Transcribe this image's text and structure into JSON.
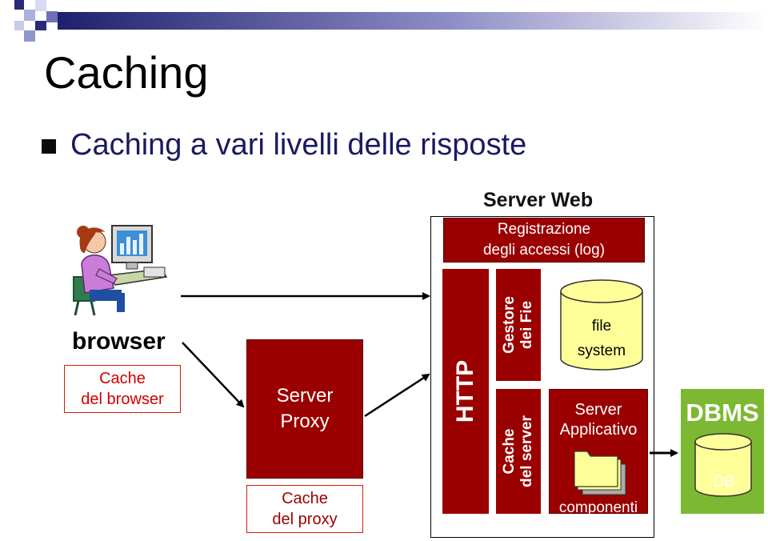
{
  "slide": {
    "title": "Caching",
    "bullet": "Caching a vari livelli delle risposte"
  },
  "diagram": {
    "server_web_label": "Server Web",
    "log_box": {
      "line1": "Registrazione",
      "line2": "degli accessi (log)"
    },
    "http_label": "HTTP",
    "gestore_box": {
      "line1": "Gestore",
      "line2": "dei Fie"
    },
    "cache_server_box": {
      "line1": "Cache",
      "line2": "del server"
    },
    "file_system": {
      "line1": "file",
      "line2": "system"
    },
    "app_server": {
      "line1": "Server",
      "line2": "Applicativo"
    },
    "componenti_label": "componenti",
    "dbms_label": "DBMS",
    "db_label": "DB",
    "browser_label": "browser",
    "cache_browser": {
      "line1": "Cache",
      "line2": "del browser"
    },
    "proxy_box": {
      "line1": "Server",
      "line2": "Proxy"
    },
    "cache_proxy": {
      "line1": "Cache",
      "line2": "del proxy"
    }
  },
  "colors": {
    "dark_red": "#9b0000",
    "bright_red": "#d00000",
    "dbms_green": "#7cb832",
    "cylinder_yellow": "#ffff99",
    "title_text": "#1a1a60"
  }
}
